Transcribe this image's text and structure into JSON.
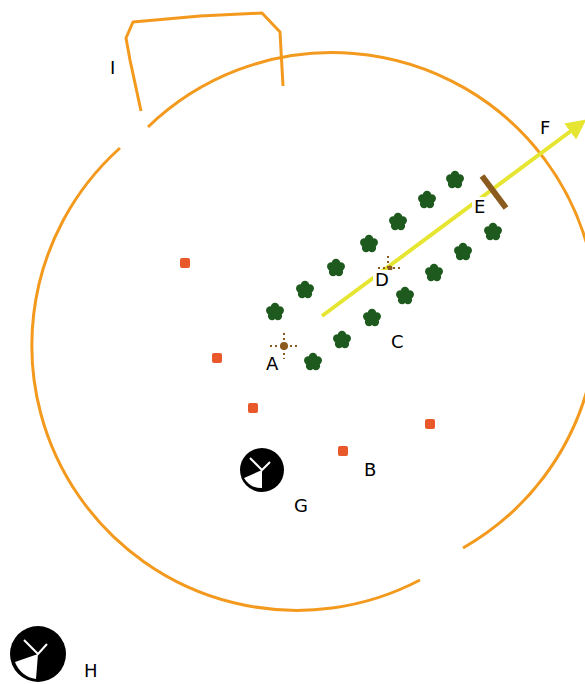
{
  "diagram": {
    "labels": [
      "I",
      "F",
      "E",
      "D",
      "C",
      "A",
      "B",
      "G",
      "H"
    ]
  }
}
